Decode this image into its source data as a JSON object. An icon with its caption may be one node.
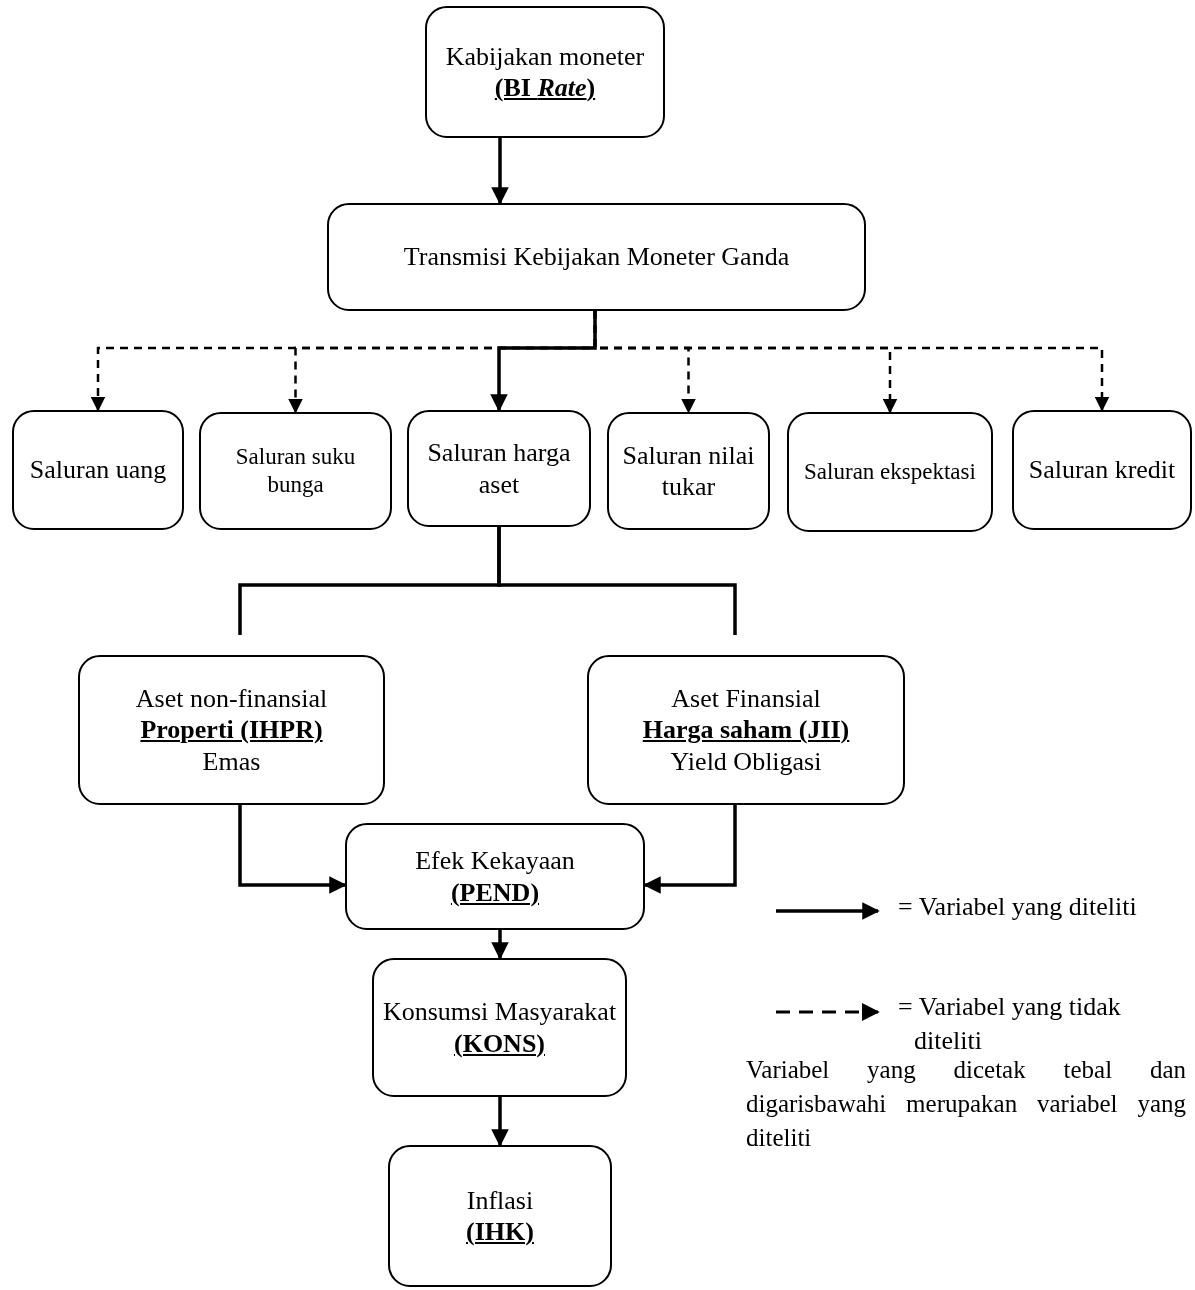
{
  "diagram": {
    "nodes": [
      {
        "text": [
          "Kabijakan moneter",
          "**(BI *Rate*)**"
        ]
      },
      {
        "text": [
          "Transmisi Kebijakan Moneter Ganda"
        ]
      },
      {
        "text": [
          "Saluran uang"
        ]
      },
      {
        "text": [
          "Saluran suku bunga"
        ]
      },
      {
        "text": [
          "Saluran harga aset"
        ]
      },
      {
        "text": [
          "Saluran nilai tukar"
        ]
      },
      {
        "text": [
          "Saluran ekspektasi"
        ]
      },
      {
        "text": [
          "Saluran kredit"
        ]
      },
      {
        "text": [
          "Aset non-finansial",
          "**Properti (IHPR)**",
          "Emas"
        ]
      },
      {
        "text": [
          "Aset Finansial",
          "**Harga saham (JII)**",
          "Yield Obligasi"
        ]
      },
      {
        "text": [
          "Efek Kekayaan",
          "**(PEND)**"
        ]
      },
      {
        "text": [
          "Konsumsi Masyarakat",
          "**(KONS)**"
        ]
      },
      {
        "text": [
          "Inflasi",
          "**(IHK)**"
        ]
      }
    ],
    "edges": [
      {
        "from": 0,
        "to": 1,
        "arrow": "to"
      },
      {
        "from": 1,
        "to": 2,
        "arrow": "to",
        "style": "dashed"
      },
      {
        "from": 1,
        "to": 3,
        "arrow": "to",
        "style": "dashed"
      },
      {
        "from": 1,
        "to": 4,
        "arrow": "to"
      },
      {
        "from": 1,
        "to": 5,
        "arrow": "to",
        "style": "dashed"
      },
      {
        "from": 1,
        "to": 6,
        "arrow": "to",
        "style": "dashed"
      },
      {
        "from": 1,
        "to": 7,
        "arrow": "to",
        "style": "dashed"
      },
      {
        "from": 4,
        "to": 8,
        "arrow": "none"
      },
      {
        "from": 4,
        "to": 9,
        "arrow": "none"
      },
      {
        "from": 8,
        "to": 10,
        "arrow": "to"
      },
      {
        "from": 9,
        "to": 10,
        "arrow": "to"
      },
      {
        "from": 10,
        "to": 11,
        "arrow": "to"
      },
      {
        "from": 11,
        "to": 12,
        "arrow": "to"
      }
    ],
    "labels": [
      "Variabel yang dicetak tebal dan digarisbawahi merupakan variabel yang diteliti"
    ],
    "legend": [
      {
        "text": "= Variabel yang diteliti"
      },
      {
        "text": "= Variabel yang tidak diteliti"
      }
    ]
  }
}
